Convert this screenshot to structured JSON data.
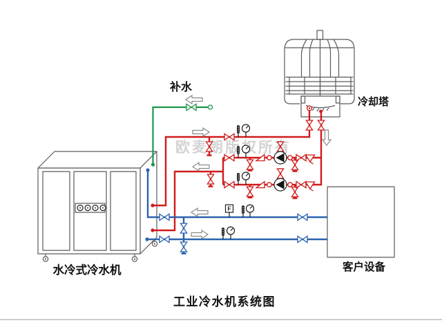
{
  "diagram": {
    "title": "工业冷水机系统图",
    "watermark": "欧麦朗版权所有",
    "labels": {
      "makeup_water": "补水",
      "cooling_tower": "冷却塔",
      "chiller": "水冷式冷水机",
      "customer_equipment": "客户设备"
    },
    "symbols": {
      "flow_switch_glyph": "F",
      "pump": "circulation-pump",
      "valve": "gate-valve",
      "gauge": "pressure-gauge",
      "thermometer": "thermometer",
      "strainer": "y-strainer",
      "check_valve": "check-valve"
    },
    "colors": {
      "condenser": "#cf1b1b",
      "chilled": "#2a62ae",
      "makeup": "#1d9547",
      "outline": "#5a5a5a",
      "symbol": "#1a1a1a",
      "arrowc": "#8a8a8a",
      "textc": "#111111",
      "watermark": "#c9c9c9"
    }
  }
}
